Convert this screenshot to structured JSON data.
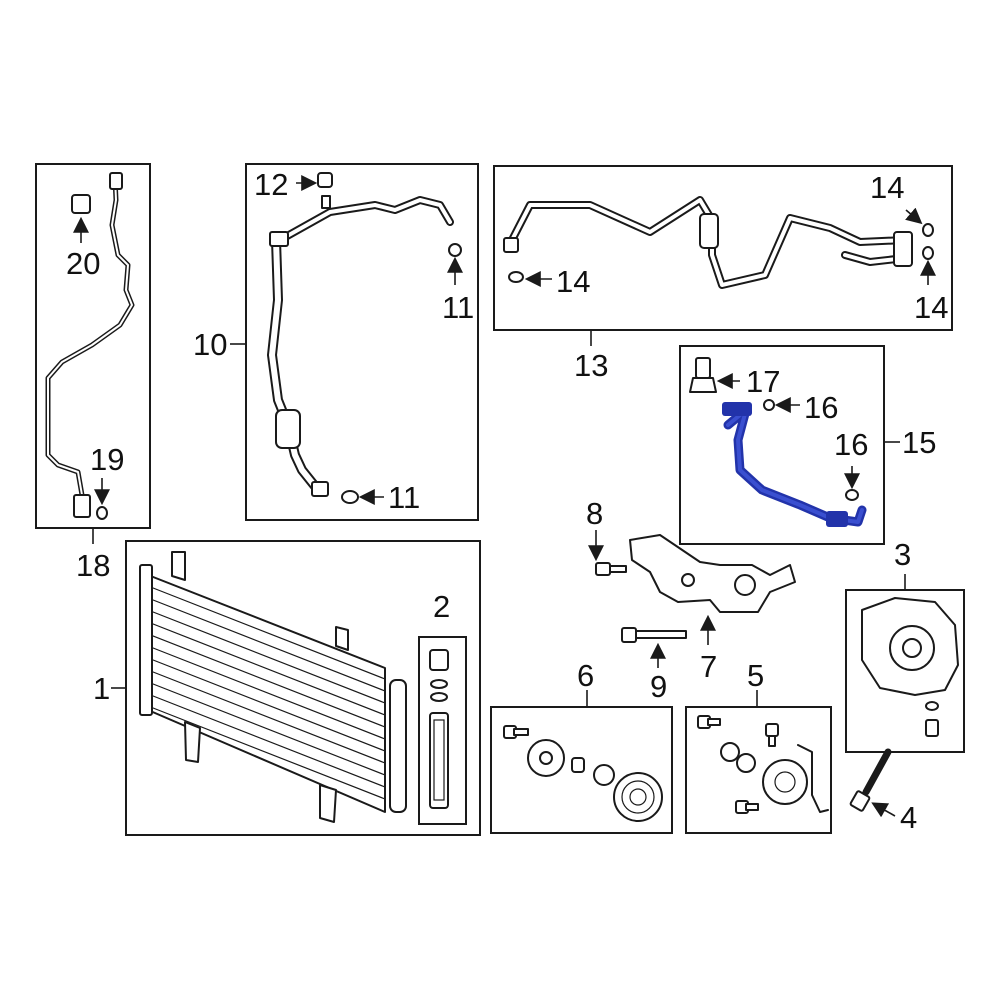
{
  "colors": {
    "outline": "#1a1a1a",
    "highlight": "#2233aa",
    "background": "#ffffff"
  },
  "callouts": {
    "c1": "1",
    "c2": "2",
    "c3": "3",
    "c4": "4",
    "c5": "5",
    "c6": "6",
    "c7": "7",
    "c8": "8",
    "c9": "9",
    "c10": "10",
    "c11a": "11",
    "c11b": "11",
    "c12": "12",
    "c13": "13",
    "c14a": "14",
    "c14b": "14",
    "c14c": "14",
    "c15": "15",
    "c16a": "16",
    "c16b": "16",
    "c17": "17",
    "c18": "18",
    "c19": "19",
    "c20": "20"
  }
}
